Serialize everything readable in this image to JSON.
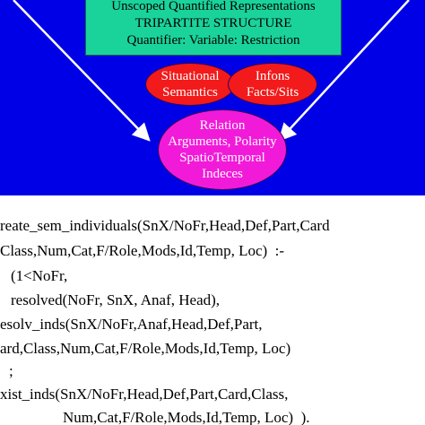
{
  "diagram": {
    "top_box": {
      "line1": "Unscoped Quantified Representations",
      "line2": "TRIPARTITE STRUCTURE",
      "line3": "Quantifier: Variable: Restriction"
    },
    "situational": {
      "line1": "Situational",
      "line2": "Semantics"
    },
    "infons": {
      "line1": "Infons",
      "line2": "Facts/Sits"
    },
    "relation": {
      "line1": "Relation",
      "line2": "Arguments, Polarity",
      "line3": "SpatioTemporal",
      "line4": "Indeces"
    },
    "colors": {
      "background": "#0000e6",
      "top_box": "#1ad39a",
      "red_ellipse": "#f21a1a",
      "magenta_ellipse": "#f21ad9",
      "arrows": "#ffffff"
    }
  },
  "code": {
    "lines": [
      "reate_sem_individuals(SnX/NoFr,Head,Def,Part,Card",
      "Class,Num,Cat,F/Role,Mods,Id,Temp, Loc)  :-",
      "(1<NoFr,",
      "resolved(NoFr, SnX, Anaf, Head),",
      "esolv_inds(SnX/NoFr,Anaf,Head,Def,Part,",
      "ard,Class,Num,Cat,F/Role,Mods,Id,Temp, Loc)",
      ";",
      "xist_inds(SnX/NoFr,Head,Def,Part,Card,Class,",
      "Num,Cat,F/Role,Mods,Id,Temp, Loc)  )."
    ]
  }
}
